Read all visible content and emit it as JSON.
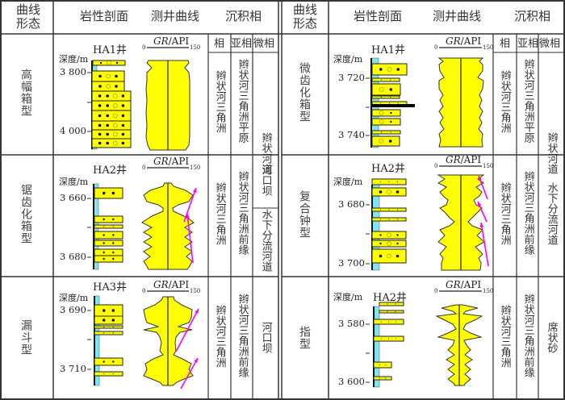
{
  "header": {
    "curve_shape": "曲线形态",
    "lithology": "岩性剖面",
    "log_curve": "测井曲线",
    "facies": "沉积相",
    "facies_sub": {
      "facies": "相",
      "subfacies": "亚相",
      "microfacies": "微相"
    }
  },
  "log_label": {
    "gr_italic": "GR",
    "unit": "/API",
    "scale_min": "0",
    "scale_max": "150"
  },
  "depth_label": "深度/m",
  "colors": {
    "sandstone": "#FFFF00",
    "mudstone": "#7FE5F0",
    "arrow": "#FF00FF"
  },
  "panels": [
    {
      "shape": "高幅箱型",
      "well": "HA1井",
      "depths": [
        "3 800",
        "4 000"
      ],
      "facies": "辫状河三角洲",
      "subfacies": "辫状河三角洲平原",
      "microfacies": [
        "辫状河道"
      ]
    },
    {
      "shape": "锯齿化箱型",
      "well": "HA2井",
      "depths": [
        "3 660",
        "3 680"
      ],
      "facies": "辫状河三角洲",
      "subfacies": "辫状河三角洲前缘",
      "microfacies": [
        "河口坝",
        "水下分流河道"
      ]
    },
    {
      "shape": "漏斗型",
      "well": "HA3井",
      "depths": [
        "3 690",
        "3 710"
      ],
      "facies": "辫状河三角洲",
      "subfacies": "辫状河三角洲前缘",
      "microfacies": [
        "河口坝"
      ]
    },
    {
      "shape": "微齿化箱型",
      "well": "HA1井",
      "depths": [
        "3 720",
        "3 740"
      ],
      "facies": "辫状河三角洲",
      "subfacies": "辫状河三角洲平原",
      "microfacies": [
        "辫状河道"
      ]
    },
    {
      "shape": "复合钟型",
      "well": "HA2井",
      "depths": [
        "3 680",
        "3 700"
      ],
      "facies": "辫状河三角洲",
      "subfacies": "辫状河三角洲前缘",
      "microfacies": [
        "水下分流河道"
      ]
    },
    {
      "shape": "指型",
      "well": "HA2井",
      "depths": [
        "3 580",
        "3 600"
      ],
      "facies": "辫状河三角洲",
      "subfacies": "辫状河三角洲前缘",
      "microfacies": [
        "席状砂"
      ]
    }
  ]
}
